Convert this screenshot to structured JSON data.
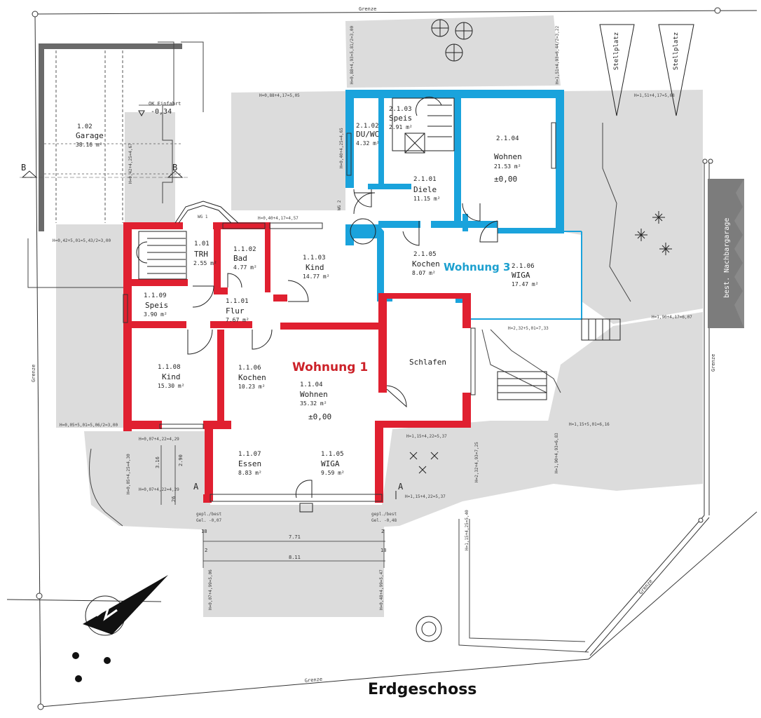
{
  "title": "Erdgeschoss",
  "units": {
    "wohnung1": "Wohnung 1",
    "wohnung3": "Wohnung 3"
  },
  "colors": {
    "wohnung1_walls": "#e02030",
    "wohnung3_walls": "#1aa3dc",
    "paving": "#dcdcdc",
    "walls": "#555555"
  },
  "rooms": [
    {
      "no": "1.02",
      "name": "Garage",
      "area": "38.16 m²"
    },
    {
      "no": "1.01",
      "name": "TRH",
      "area": "2.55 m²"
    },
    {
      "no": "1.1.02",
      "name": "Bad",
      "area": "4.77 m²"
    },
    {
      "no": "1.1.03",
      "name": "Kind",
      "area": "14.77 m²"
    },
    {
      "no": "1.1.09",
      "name": "Speis",
      "area": "3.90 m²"
    },
    {
      "no": "1.1.01",
      "name": "Flur",
      "area": "7.67 m²"
    },
    {
      "no": "1.1.08",
      "name": "Kind",
      "area": "15.30 m²"
    },
    {
      "no": "1.1.06",
      "name": "Kochen",
      "area": "10.23 m²"
    },
    {
      "no": "1.1.04",
      "name": "Wohnen",
      "area": "35.32 m²"
    },
    {
      "no": "1.1.07",
      "name": "Essen",
      "area": "8.83 m²"
    },
    {
      "no": "1.1.05",
      "name": "WIGA",
      "area": "9.59 m²"
    },
    {
      "no": "",
      "name": "Schlafen",
      "area": ""
    },
    {
      "no": "2.1.02",
      "name": "DU/WC",
      "area": "4.32 m²"
    },
    {
      "no": "2.1.03",
      "name": "Speis",
      "area": "2.91 m²"
    },
    {
      "no": "2.1.04",
      "name": "Wohnen",
      "area": "21.53 m²"
    },
    {
      "no": "2.1.01",
      "name": "Diele",
      "area": "11.15 m²"
    },
    {
      "no": "2.1.05",
      "name": "Kochen",
      "area": "8.07 m²"
    },
    {
      "no": "2.1.06",
      "name": "WIGA",
      "area": "17.47 m²"
    }
  ],
  "levels": {
    "wohnen1": "±0,00",
    "wohnen2": "±0,00",
    "ok_einfahrt_label": "OK Einfahrt",
    "ok_einfahrt_value": "-0,34"
  },
  "labels": {
    "grenze_top": "Grenze",
    "grenze_left": "Grenze",
    "grenze_bottom": "Grenze",
    "grenze_right": "Grenze",
    "grenze_diag": "Grenze",
    "stellplatz1": "Stellplatz",
    "stellplatz2": "Stellplatz",
    "nachbargarage": "best. Nachbargarage",
    "wg1": "WG 1",
    "wg2": "WG 2",
    "section_b_left": "B",
    "section_b_right": "B",
    "section_a_left": "A",
    "section_a_right": "A",
    "gepl_left": "gepl./best",
    "gel_left": "Gel. -0,07",
    "gepl_right": "gepl./best",
    "gel_right": "Gel. -0,48"
  },
  "dimensions": {
    "d771": "7.71",
    "d811": "8.11",
    "d18a": "18",
    "d18b": "18",
    "d2a": "2",
    "d2b": "2",
    "d316": "3.16",
    "d290": "2.90",
    "d26": "26"
  },
  "heights": [
    "H=0,88+4,93=5,81/2=3,00",
    "H=0,88+4,17=5,05",
    "H=1,51+4,93=6,44/2=3,22",
    "H=1,51+4,17=5,68",
    "H=0,40+4,25=4,65",
    "H=0,40+4,17=4,57",
    "H=0,42+4,25=4,67",
    "H=0,42+5,01=5,43/2=3,00",
    "H=1,90+4,17=6,07",
    "H=2,32+5,01=7,33",
    "H=0,05+5,01=5,06/2=3,00",
    "H=0,07+4,22=4,29",
    "H=0,05+4,25=4,30",
    "H=0,07+4,22=4,29",
    "H=1,15+4,22=5,37",
    "H=2,32+4,93=7,25",
    "H=1,90+4,93=6,83",
    "H=1,15+5,01=6,16",
    "H=1,15+4,22=5,37",
    "H=1,15+4,25=5,40",
    "H=0,07+4,99=5,06",
    "H=0,48+4,99=5,47"
  ]
}
